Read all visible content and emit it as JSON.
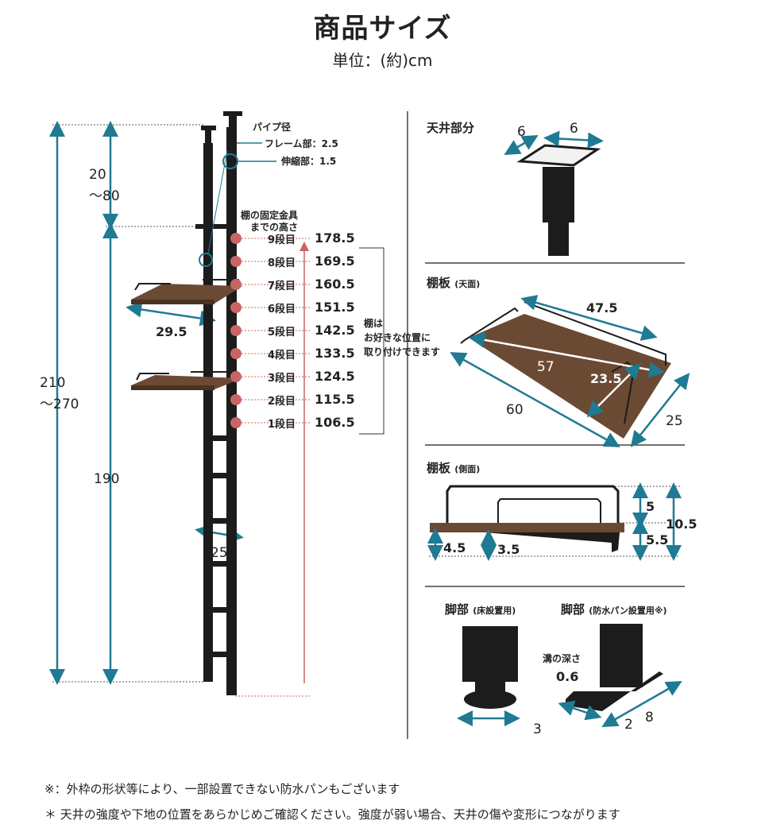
{
  "title": "商品サイズ",
  "unit": "単位：(約)cm",
  "pipe": {
    "heading": "パイプ径",
    "frame_label": "フレーム部：",
    "frame_value": "2.5",
    "telescopic_label": "伸縮部：",
    "telescopic_value": "1.5"
  },
  "left_dims": {
    "top_range_a": "20",
    "top_range_b": "～80",
    "total_a": "210",
    "total_b": "～270",
    "lower": "190",
    "shelf_depth": "29.5",
    "leg_width": "25"
  },
  "brackets": {
    "heading_1": "棚の固定金具",
    "heading_2": "までの高さ",
    "rows": [
      {
        "label": "9段目",
        "value": "178.5"
      },
      {
        "label": "8段目",
        "value": "169.5"
      },
      {
        "label": "7段目",
        "value": "160.5"
      },
      {
        "label": "6段目",
        "value": "151.5"
      },
      {
        "label": "5段目",
        "value": "142.5"
      },
      {
        "label": "4段目",
        "value": "133.5"
      },
      {
        "label": "3段目",
        "value": "124.5"
      },
      {
        "label": "2段目",
        "value": "115.5"
      },
      {
        "label": "1段目",
        "value": "106.5"
      }
    ],
    "note_1": "棚は",
    "note_2": "お好きな位置に",
    "note_3": "取り付けできます"
  },
  "ceiling": {
    "heading": "天井部分",
    "w1": "6",
    "w2": "6"
  },
  "shelf_top": {
    "heading": "棚板",
    "sub": "(天面)",
    "rail_len": "47.5",
    "inner_len": "57",
    "inner_depth": "23.5",
    "length": "60",
    "depth": "25"
  },
  "shelf_side": {
    "heading": "棚板",
    "sub": "(側面)",
    "rail_h": "5",
    "total_h": "10.5",
    "bracket_h": "5.5",
    "board_t": "4.5",
    "plate_t": "3.5"
  },
  "foot_floor": {
    "heading": "脚部",
    "sub": "(床設置用)",
    "width": "3"
  },
  "foot_pan": {
    "heading": "脚部",
    "sub": "(防水パン設置用※)",
    "groove_label": "溝の深さ",
    "groove_value": "0.6",
    "w": "2",
    "l": "8"
  },
  "notes": [
    "※：外枠の形状等により、一部設置できない防水パンもございます",
    "＊ 天井の強度や下地の位置をあらかじめご確認ください。強度が弱い場合、天井の傷や変形につながります"
  ],
  "colors": {
    "teal": "#1f7a93",
    "pink": "#c86464",
    "wood": "#6b4a33",
    "frame": "#1c1c1c"
  }
}
